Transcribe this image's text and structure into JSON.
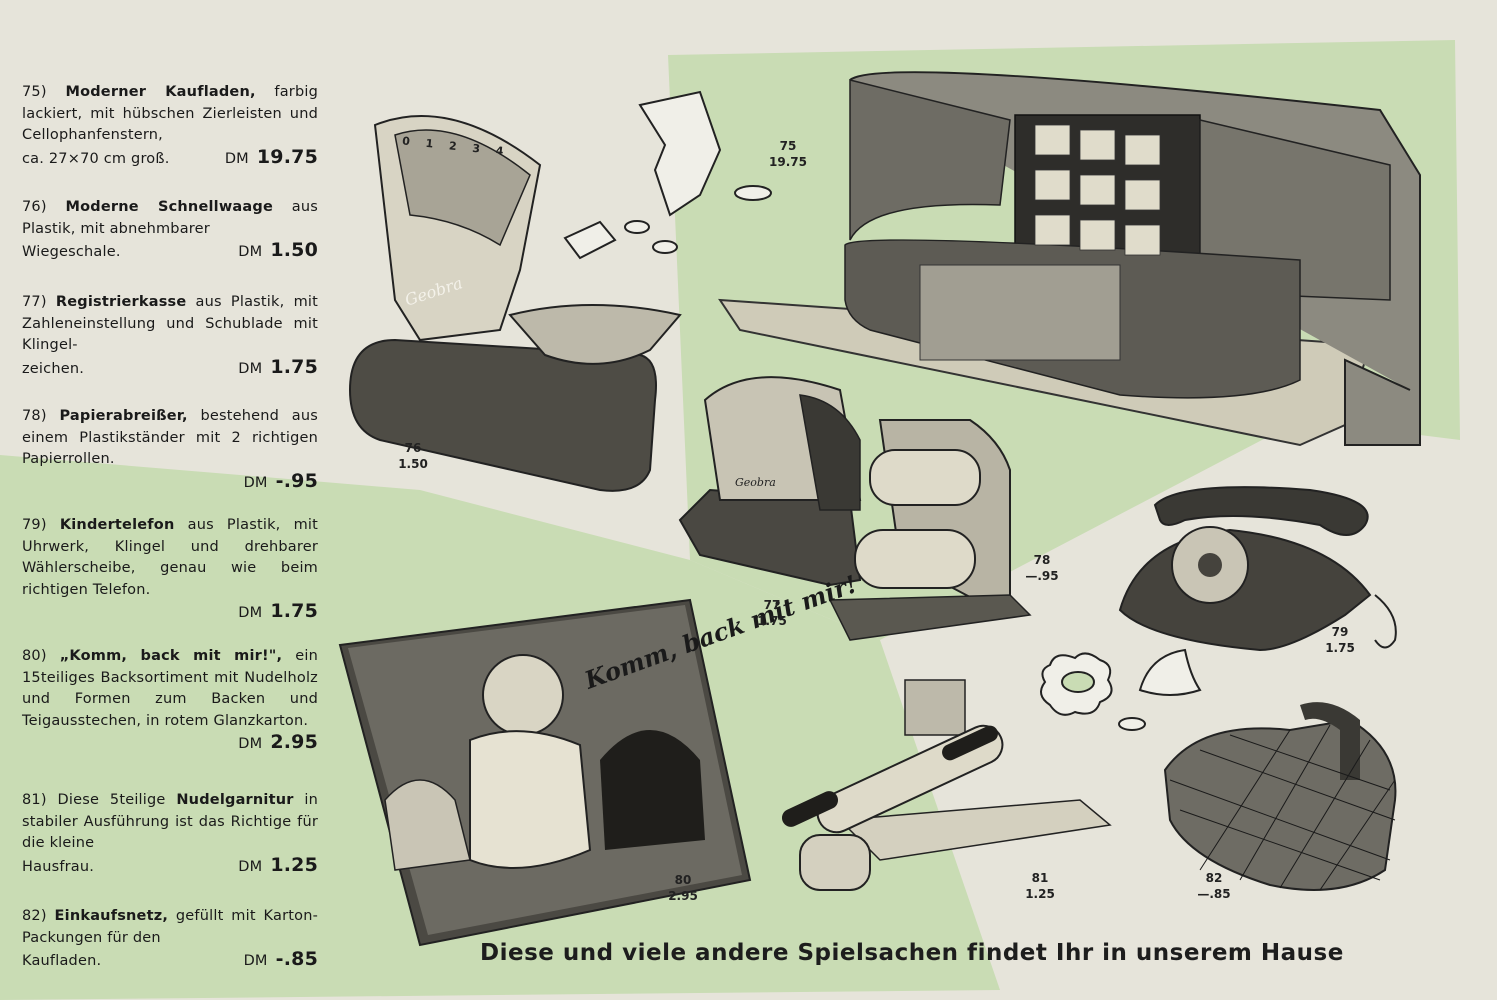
{
  "items": [
    {
      "num": "75)",
      "name": "Moderner Kaufladen,",
      "rest": "farbig lackiert, mit hübschen Zierleisten und Cellophanfenstern,",
      "last": "ca. 27×70 cm groß.",
      "dm": "DM",
      "price": "19.75"
    },
    {
      "num": "76)",
      "name": "Moderne Schnellwaage",
      "rest": "aus Plastik, mit abnehmbarer",
      "last": "Wiegeschale.",
      "dm": "DM",
      "price": "1.50"
    },
    {
      "num": "77)",
      "name": "Registrierkasse",
      "rest": "aus Plastik, mit Zahleneinstellung und Schublade mit Klingel-",
      "last": "zeichen.",
      "dm": "DM",
      "price": "1.75"
    },
    {
      "num": "78)",
      "name": "Papierabreißer,",
      "rest": "bestehend aus einem Plastikständer mit 2 richtigen Papierrollen.",
      "last": "",
      "dm": "DM",
      "price": "-.95"
    },
    {
      "num": "79)",
      "name": "Kindertelefon",
      "rest": "aus Plastik, mit Uhrwerk, Klingel und drehbarer Wählerscheibe, genau wie beim richtigen Telefon.",
      "last": "",
      "dm": "DM",
      "price": "1.75"
    },
    {
      "num": "80)",
      "name": "„Komm, back mit mir!\",",
      "rest": "ein 15teiliges Backsortiment mit Nudelholz und Formen zum Backen und Teigausstechen, in rotem Glanzkarton.",
      "last": "",
      "dm": "DM",
      "price": "2.95"
    },
    {
      "num": "81)",
      "name": "Nudelgarnitur",
      "pre": "Diese 5teilige",
      "rest": "in stabiler Ausführung ist das Richtige für die kleine",
      "last": "Hausfrau.",
      "dm": "DM",
      "price": "1.25"
    },
    {
      "num": "82)",
      "name": "Einkaufsnetz,",
      "rest": "gefüllt mit Karton-Packungen für den",
      "last": "Kaufladen.",
      "dm": "DM",
      "price": "-.85"
    }
  ],
  "captions": [
    {
      "num": "75",
      "price": "19.75"
    },
    {
      "num": "76",
      "price": "1.50"
    },
    {
      "num": "77",
      "price": "1.75"
    },
    {
      "num": "78",
      "price": "—.95"
    },
    {
      "num": "79",
      "price": "1.75"
    },
    {
      "num": "80",
      "price": "2.95"
    },
    {
      "num": "81",
      "price": "1.25"
    },
    {
      "num": "82",
      "price": "—.85"
    }
  ],
  "box_text": "Komm, back mit mir!",
  "scale_brand": "Geobra",
  "scale_dial": "0 1 2 3 4",
  "register_brand": "Geobra",
  "footer": "Diese und viele andere Spielsachen findet Ihr in unserem Hause",
  "colors": {
    "paper": "#e6e4da",
    "green": "#c9dcb4",
    "ink": "#1a1a1a"
  }
}
